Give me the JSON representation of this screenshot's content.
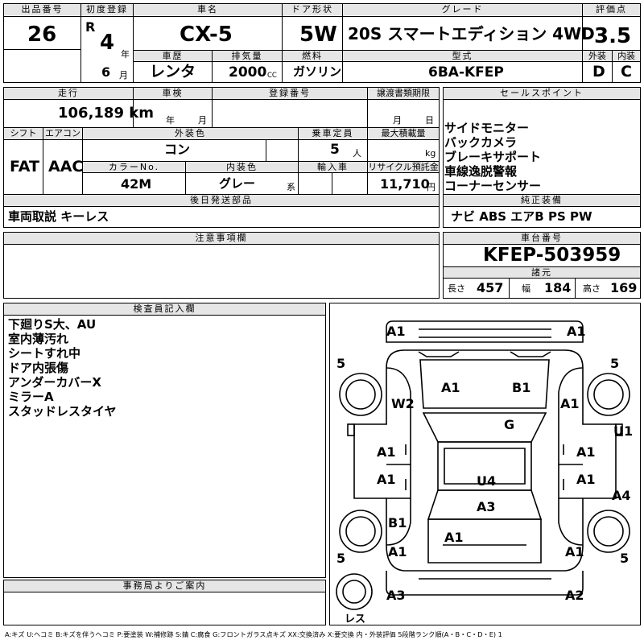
{
  "labels": {
    "lot_number": "出品番号",
    "first_registration": "初度登録",
    "car_name": "車名",
    "door_type": "ドア形状",
    "grade": "グレード",
    "score": "評価点",
    "history": "車歴",
    "displacement": "排気量",
    "fuel": "燃料",
    "model": "型式",
    "exterior": "外装",
    "interior": "内装",
    "mileage": "走行",
    "inspection": "車検",
    "registration_no": "登録番号",
    "transfer_deadline": "譲渡書類期限",
    "sales_points": "セールスポイント",
    "shift": "シフト",
    "aircon": "エアコン",
    "exterior_color": "外装色",
    "capacity": "乗車定員",
    "max_load": "最大積載量",
    "color_no": "カラーNo.",
    "interior_color": "内装色",
    "import": "輸入車",
    "recycle": "リサイクル預託金",
    "deferred_parts": "後日発送部品",
    "standard_equipment": "純正装備",
    "notes": "注意事項欄",
    "chassis_no": "車台番号",
    "specs": "諸元",
    "inspector": "検査員記入欄",
    "office_info": "事務局よりご案内",
    "era": "R",
    "year": "年",
    "month": "月",
    "cc": "CC",
    "person": "人",
    "kg": "kg",
    "system": "系",
    "yen": "円",
    "insp_year": "年",
    "insp_month": "月",
    "doc_month": "月",
    "doc_day": "日",
    "length": "長さ",
    "width": "幅",
    "height": "高さ"
  },
  "values": {
    "lot_number": "26",
    "year": "4",
    "month": "6",
    "car_name": "CX-5",
    "door_type": "5W",
    "grade": "20S スマートエディション 4WD",
    "score": "3.5",
    "history": "レンタ",
    "displacement": "2000",
    "fuel": "ガソリン",
    "model": "6BA-KFEP",
    "exterior_score": "D",
    "interior_score": "C",
    "mileage": "106,189 km",
    "shift": "FAT",
    "aircon": "AAC",
    "exterior_color": "コン",
    "capacity": "5",
    "color_no": "42M",
    "interior_color": "グレー",
    "recycle": "11,710",
    "chassis_no": "KFEP-503959",
    "length": "457",
    "width": "184",
    "height": "169",
    "deferred_parts": "車両取説 キーレス",
    "standard_equipment": "ナビ ABS エアB PS PW"
  },
  "sales_points": [
    "サイドモニター",
    "バックカメラ",
    "ブレーキサポート",
    "車線逸脱警報",
    "コーナーセンサー"
  ],
  "inspector_notes": [
    "下廻りS大、AU",
    "室内薄汚れ",
    "シートすれ中",
    "ドア内張傷",
    "アンダーカバーX",
    "ミラーA",
    "スタッドレスタイヤ"
  ],
  "damage_marks": {
    "front_left": "A1",
    "front_right": "A1",
    "hood_left": "A1",
    "hood_right": "B1",
    "fender_left": "W2",
    "fender_right": "A1",
    "windshield": "G",
    "front_door_left": "A1",
    "front_door_right": "A1",
    "rear_door_left": "A1",
    "rear_door_right": "A1",
    "pillar_right": "U1",
    "roof": "U4",
    "rear_glass": "A3",
    "quarter_right": "A4",
    "rear_wheel_left": "B1",
    "trunk": "A1",
    "rear_left": "A1",
    "rear_right": "A1",
    "bumper_left": "A3",
    "bumper_right": "A2"
  },
  "tire_marks": {
    "fl": "5",
    "fr": "5",
    "rl": "5",
    "rr": "5",
    "spare": "レス"
  },
  "legend": "A:キズ U:ヘコミ B:キズを伴うヘコミ P:要塗装 W:補修跡 S:錆 C:腐食 G:フロントガラス点キズ XX:交換済み X:要交換 内・外装評価 5段階ランク順(A・B・C・D・E) 1"
}
